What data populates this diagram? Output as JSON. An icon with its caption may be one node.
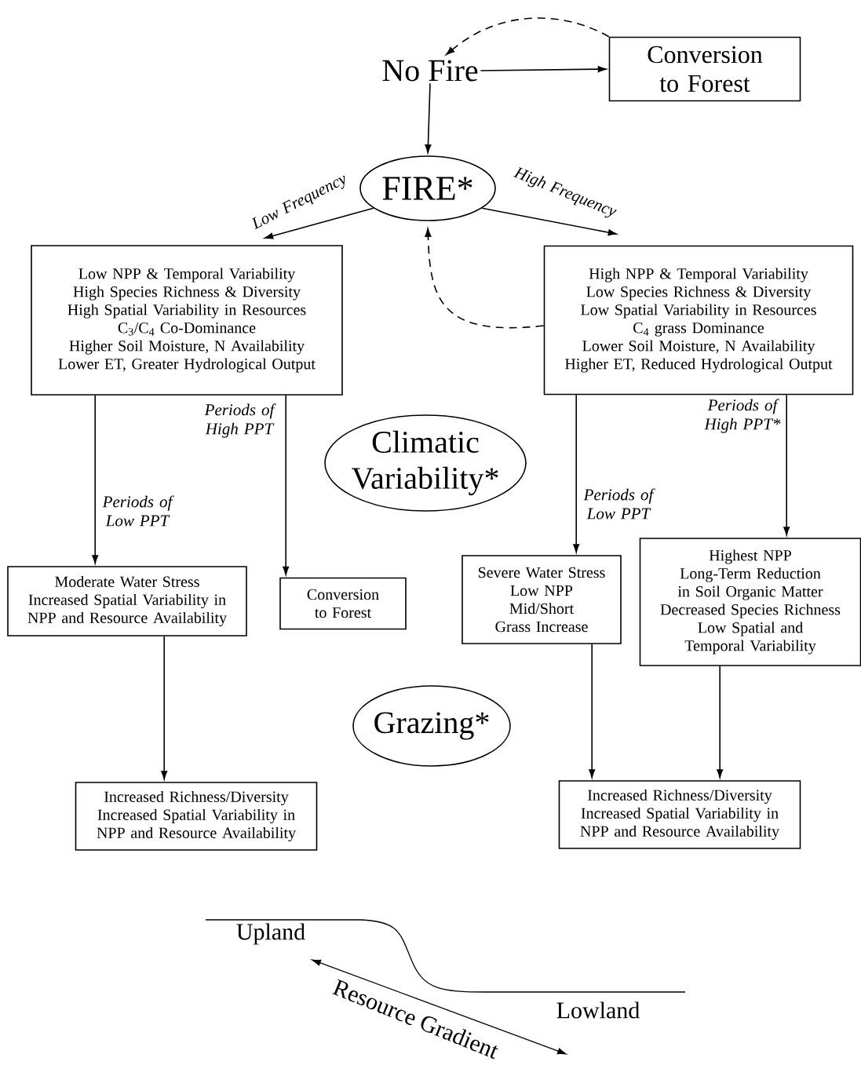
{
  "diagram": {
    "nodes": [
      {
        "text": [
          "No Fire"
        ]
      },
      {
        "text": [
          "Conversion to Forest"
        ]
      },
      {
        "text": [
          "FIRE*"
        ]
      },
      {
        "text": [
          "Low NPP & Temporal Variability",
          "High Species Richness & Diversity",
          "High Spatial Variability in Resources",
          "C$_{3}$/C$_{4}$  Co-Dominance",
          "Higher Soil Moisture, N Availability",
          "Lower ET, Greater Hydrological Output"
        ]
      },
      {
        "text": [
          "High NPP & Temporal Variability",
          "Low Species Richness & Diversity",
          "Low Spatial Variability in Resources",
          "C$_{4}$ grass Dominance",
          "Lower Soil Moisture, N Availability",
          "Higher ET, Reduced Hydrological Output"
        ]
      },
      {
        "text": [
          "Climatic Variability*"
        ]
      },
      {
        "text": [
          "Moderate Water Stress",
          "Increased Spatial Variability in NPP and Resource Availability"
        ]
      },
      {
        "text": [
          "Conversion to Forest"
        ]
      },
      {
        "text": [
          "Severe Water Stress",
          "Low NPP",
          "Mid/Short Grass Increase"
        ]
      },
      {
        "text": [
          "Highest NPP",
          "Long-Term Reduction in Soil Organic Matter",
          "Decreased Species Richness",
          "Low Spatial and Temporal Variability"
        ]
      },
      {
        "text": [
          "Grazing*"
        ]
      },
      {
        "text": [
          "Increased Richness/Diversity",
          "Increased Spatial Variability in NPP and Resource Availability"
        ]
      },
      {
        "text": [
          "Increased Richness/Diversity",
          "Increased Spatial Variability in NPP and Resource Availability"
        ]
      }
    ],
    "edges": [
      {
        "from": 0,
        "to": 1,
        "arrow": "to"
      },
      {
        "from": 1,
        "to": 0,
        "arrow": "to",
        "style": "dashed"
      },
      {
        "from": 0,
        "to": 2,
        "arrow": "to"
      },
      {
        "from": 2,
        "to": 3,
        "arrow": "to",
        "label": "Low Frequency"
      },
      {
        "from": 2,
        "to": 4,
        "arrow": "to",
        "label": "High Frequency"
      },
      {
        "from": 4,
        "to": 2,
        "arrow": "to",
        "style": "dashed"
      },
      {
        "from": 3,
        "to": 6,
        "arrow": "to",
        "label": "Periods of Low PPT"
      },
      {
        "from": 3,
        "to": 7,
        "arrow": "to",
        "label": "Periods of High PPT"
      },
      {
        "from": 4,
        "to": 8,
        "arrow": "to",
        "label": "Periods of Low PPT"
      },
      {
        "from": 4,
        "to": 9,
        "arrow": "to",
        "label": "Periods of High PPT*"
      },
      {
        "from": 6,
        "to": 11,
        "arrow": "to"
      },
      {
        "from": 8,
        "to": 12,
        "arrow": "to"
      },
      {
        "from": 9,
        "to": 12,
        "arrow": "to"
      }
    ],
    "labels": [
      "Upland",
      "Resource Gradient",
      "Lowland"
    ]
  }
}
